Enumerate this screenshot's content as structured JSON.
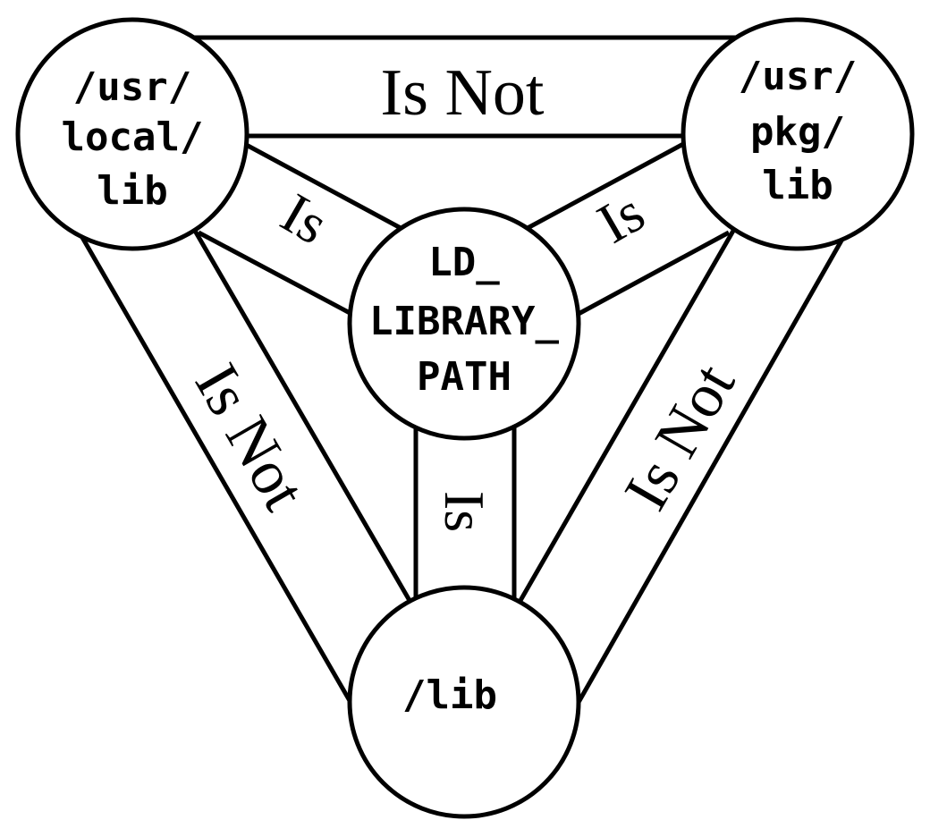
{
  "colors": {
    "stroke": "#000000",
    "background": "#ffffff"
  },
  "nodes": {
    "usr_local_lib": {
      "lines": [
        "/usr/",
        "local/",
        "lib"
      ]
    },
    "usr_pkg_lib": {
      "lines": [
        "/usr/",
        "pkg/",
        "lib"
      ]
    },
    "ld_library_path": {
      "lines": [
        "LD_",
        "LIBRARY_",
        "PATH"
      ]
    },
    "lib": {
      "lines": [
        "/lib"
      ]
    }
  },
  "edges": {
    "top": {
      "label": "Is Not"
    },
    "left_center": {
      "label": "Is"
    },
    "right_center": {
      "label": "Is"
    },
    "center_bottom": {
      "label": "Is"
    },
    "left_bottom": {
      "label": "Is Not"
    },
    "right_bottom": {
      "label": "Is Not"
    }
  }
}
